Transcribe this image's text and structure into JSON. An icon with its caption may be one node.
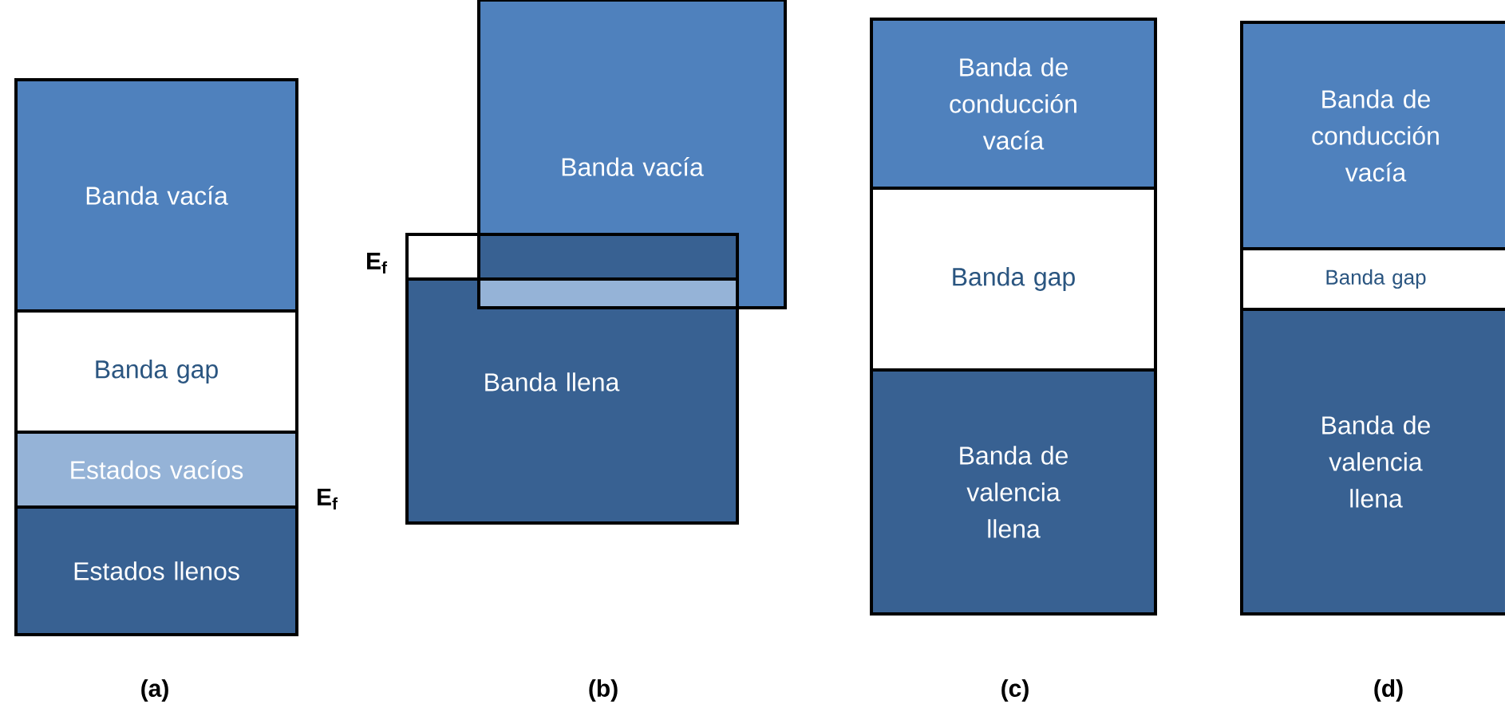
{
  "diagram": {
    "nodes": [
      {
        "text": [
          "Banda vacía"
        ]
      },
      {
        "text": [
          "Banda gap"
        ]
      },
      {
        "text": [
          "Estados vacíos"
        ]
      },
      {
        "text": [
          "Estados llenos"
        ]
      },
      {
        "text": [
          "Banda vacía"
        ]
      },
      {
        "text": [
          "Banda llena"
        ]
      },
      {
        "text": [
          "Banda de conducción vacía"
        ]
      },
      {
        "text": [
          "Banda gap"
        ]
      },
      {
        "text": [
          "Banda de valencia llena"
        ]
      },
      {
        "text": [
          "Banda de conducción vacía"
        ]
      },
      {
        "text": [
          "Banda gap"
        ]
      },
      {
        "text": [
          "Banda de valencia llena"
        ]
      }
    ],
    "labels": [
      "E$_{f}$",
      "E$_{f}$",
      "(a)",
      "(b)",
      "(c)",
      "(d)"
    ]
  }
}
